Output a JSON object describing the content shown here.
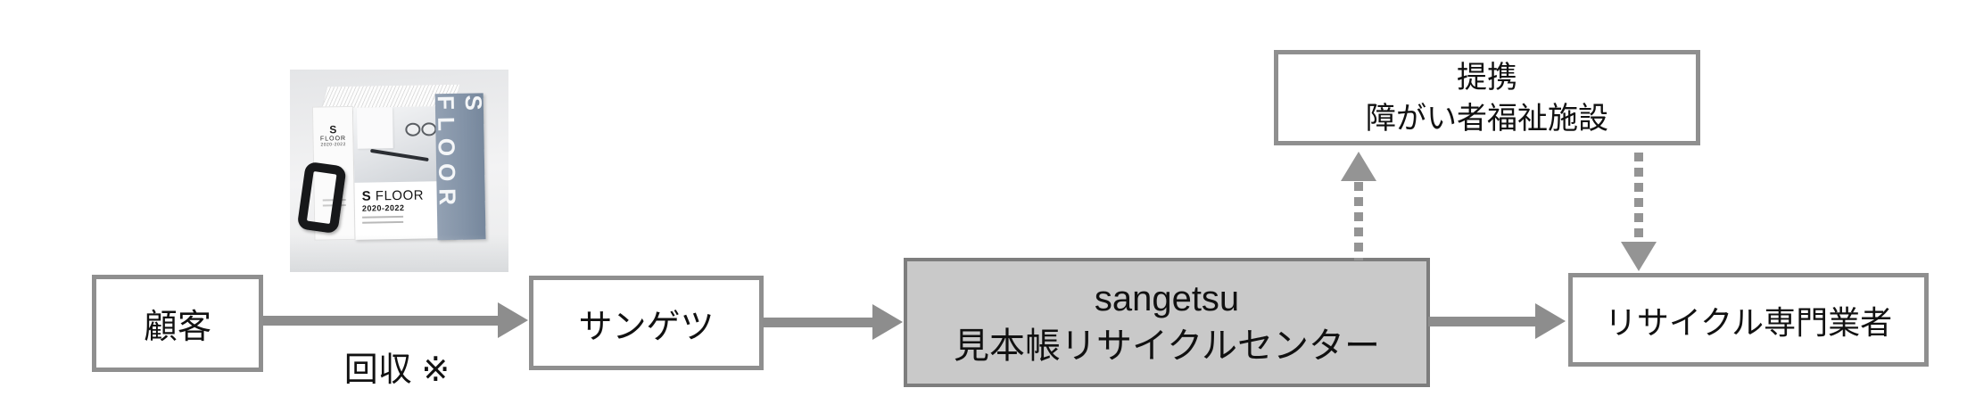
{
  "colors": {
    "box_border": "#8f8f8f",
    "gray_box_bg": "#c9c9c9",
    "gray_box_border": "#7d7d7d",
    "arrow": "#8d8d8d",
    "dashed_arrow": "#949494",
    "spine_blue": "#8494a8",
    "text": "#111111",
    "background": "#ffffff"
  },
  "flow": {
    "customer": {
      "label": "顧客"
    },
    "sangetsu": {
      "label": "サンゲツ"
    },
    "recycle_center": {
      "line1": "sangetsu",
      "line2": "見本帳リサイクルセンター"
    },
    "recycler": {
      "label": "リサイクル専門業者"
    },
    "partner": {
      "line1": "提携",
      "line2": "障がい者福祉施設"
    },
    "collection_label": "回収 ※"
  },
  "product_image": {
    "description": "sample-book-photo",
    "spine_text": "S FLOOR",
    "edge_s": "S",
    "edge_floor": "FLOOR",
    "edge_years": "2020-2022",
    "cover_title_bold": "S",
    "cover_title_rest": " FLOOR",
    "cover_years": "2020-2022"
  }
}
